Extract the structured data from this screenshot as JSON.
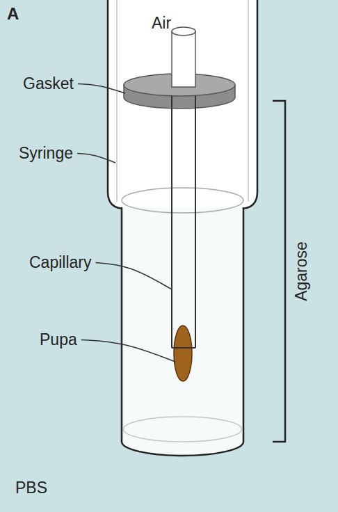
{
  "diagram": {
    "labels": [
      "A",
      "Air",
      "Gasket",
      "Syringe",
      "Capillary",
      "Pupa",
      "Agarose",
      "PBS"
    ]
  }
}
